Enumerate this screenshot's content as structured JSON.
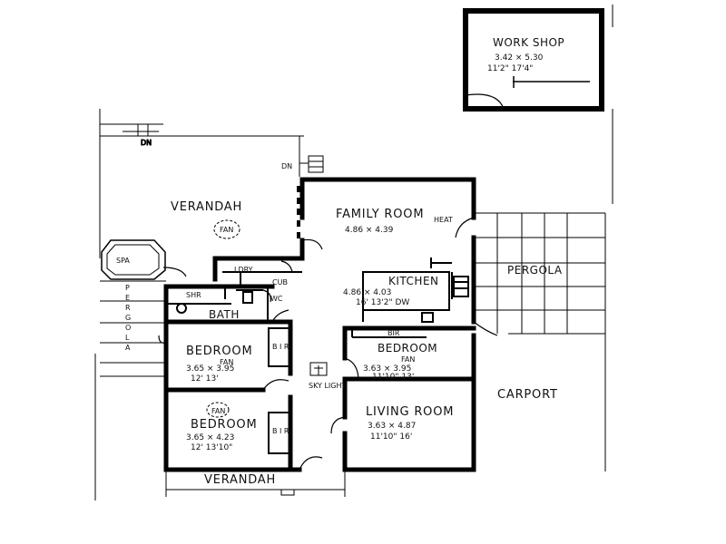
{
  "workshop": {
    "name": "WORK SHOP",
    "metric": "3.42 × 5.30",
    "imperial": "11'2\"   17'4\""
  },
  "verandah_top": {
    "name": "VERANDAH",
    "fan": "FAN"
  },
  "dn_top": "DN",
  "dn_side": "DN",
  "family_room": {
    "name": "FAMILY ROOM",
    "dims": "4.86 × 4.39",
    "heat": "HEAT"
  },
  "spa": "SPA",
  "pergola_left": [
    "P",
    "E",
    "R",
    "G",
    "O",
    "L",
    "A"
  ],
  "lndry": "LDRY",
  "cub": "CUB",
  "shr": "SHR",
  "wc": "WC",
  "bath": "BATH",
  "kitchen": {
    "name": "KITCHEN",
    "metric": "4.86 × 4.03",
    "imperial": "16'   13'2\" DW"
  },
  "pergola_right": "PERGOLA",
  "bir": "BIR",
  "br_top_left": {
    "name": "BEDROOM",
    "fan": "FAN",
    "metric": "3.65 × 3.95",
    "imperial": "12'    13'",
    "bir": "B I R"
  },
  "br_right": {
    "name": "BEDROOM",
    "fan": "FAN",
    "metric": "3.63 × 3.95",
    "imperial": "11'10\"   13'"
  },
  "skylight": "SKY LIGHT",
  "carport": "CARPORT",
  "br_bottom_left": {
    "name": "BEDROOM",
    "fan": "FAN",
    "metric": "3.65 × 4.23",
    "imperial": "12'   13'10\"",
    "bir": "B I R"
  },
  "living_room": {
    "name": "LIVING ROOM",
    "metric": "3.63 × 4.87",
    "imperial": "11'10\"   16'"
  },
  "verandah_bottom": "VERANDAH"
}
